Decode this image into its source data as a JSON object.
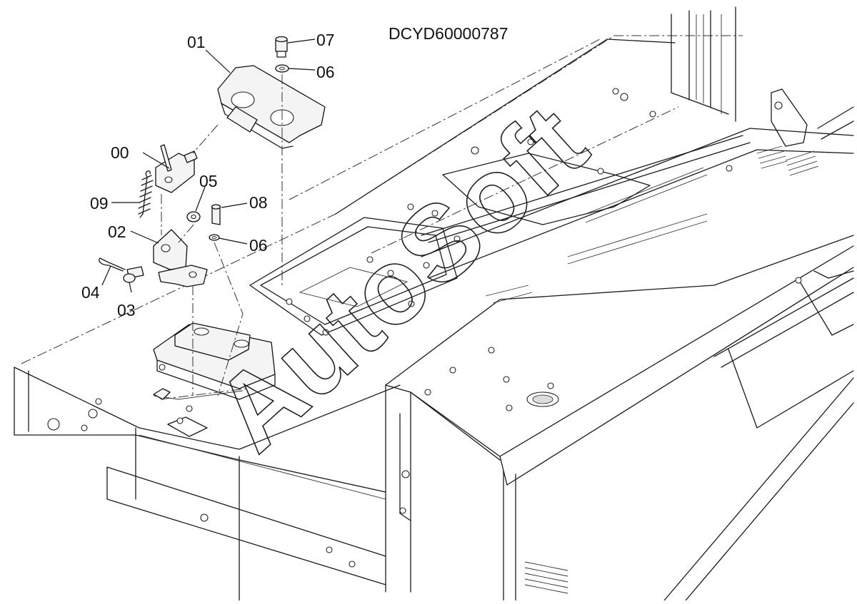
{
  "drawing_code": "DCYD60000787",
  "watermark": "AutoSoft",
  "callouts": [
    {
      "id": "c00",
      "label": "00"
    },
    {
      "id": "c01",
      "label": "01"
    },
    {
      "id": "c02",
      "label": "02"
    },
    {
      "id": "c03",
      "label": "03"
    },
    {
      "id": "c04",
      "label": "04"
    },
    {
      "id": "c05",
      "label": "05"
    },
    {
      "id": "c06a",
      "label": "06"
    },
    {
      "id": "c06b",
      "label": "06"
    },
    {
      "id": "c07",
      "label": "07"
    },
    {
      "id": "c08",
      "label": "08"
    },
    {
      "id": "c09",
      "label": "09"
    }
  ]
}
